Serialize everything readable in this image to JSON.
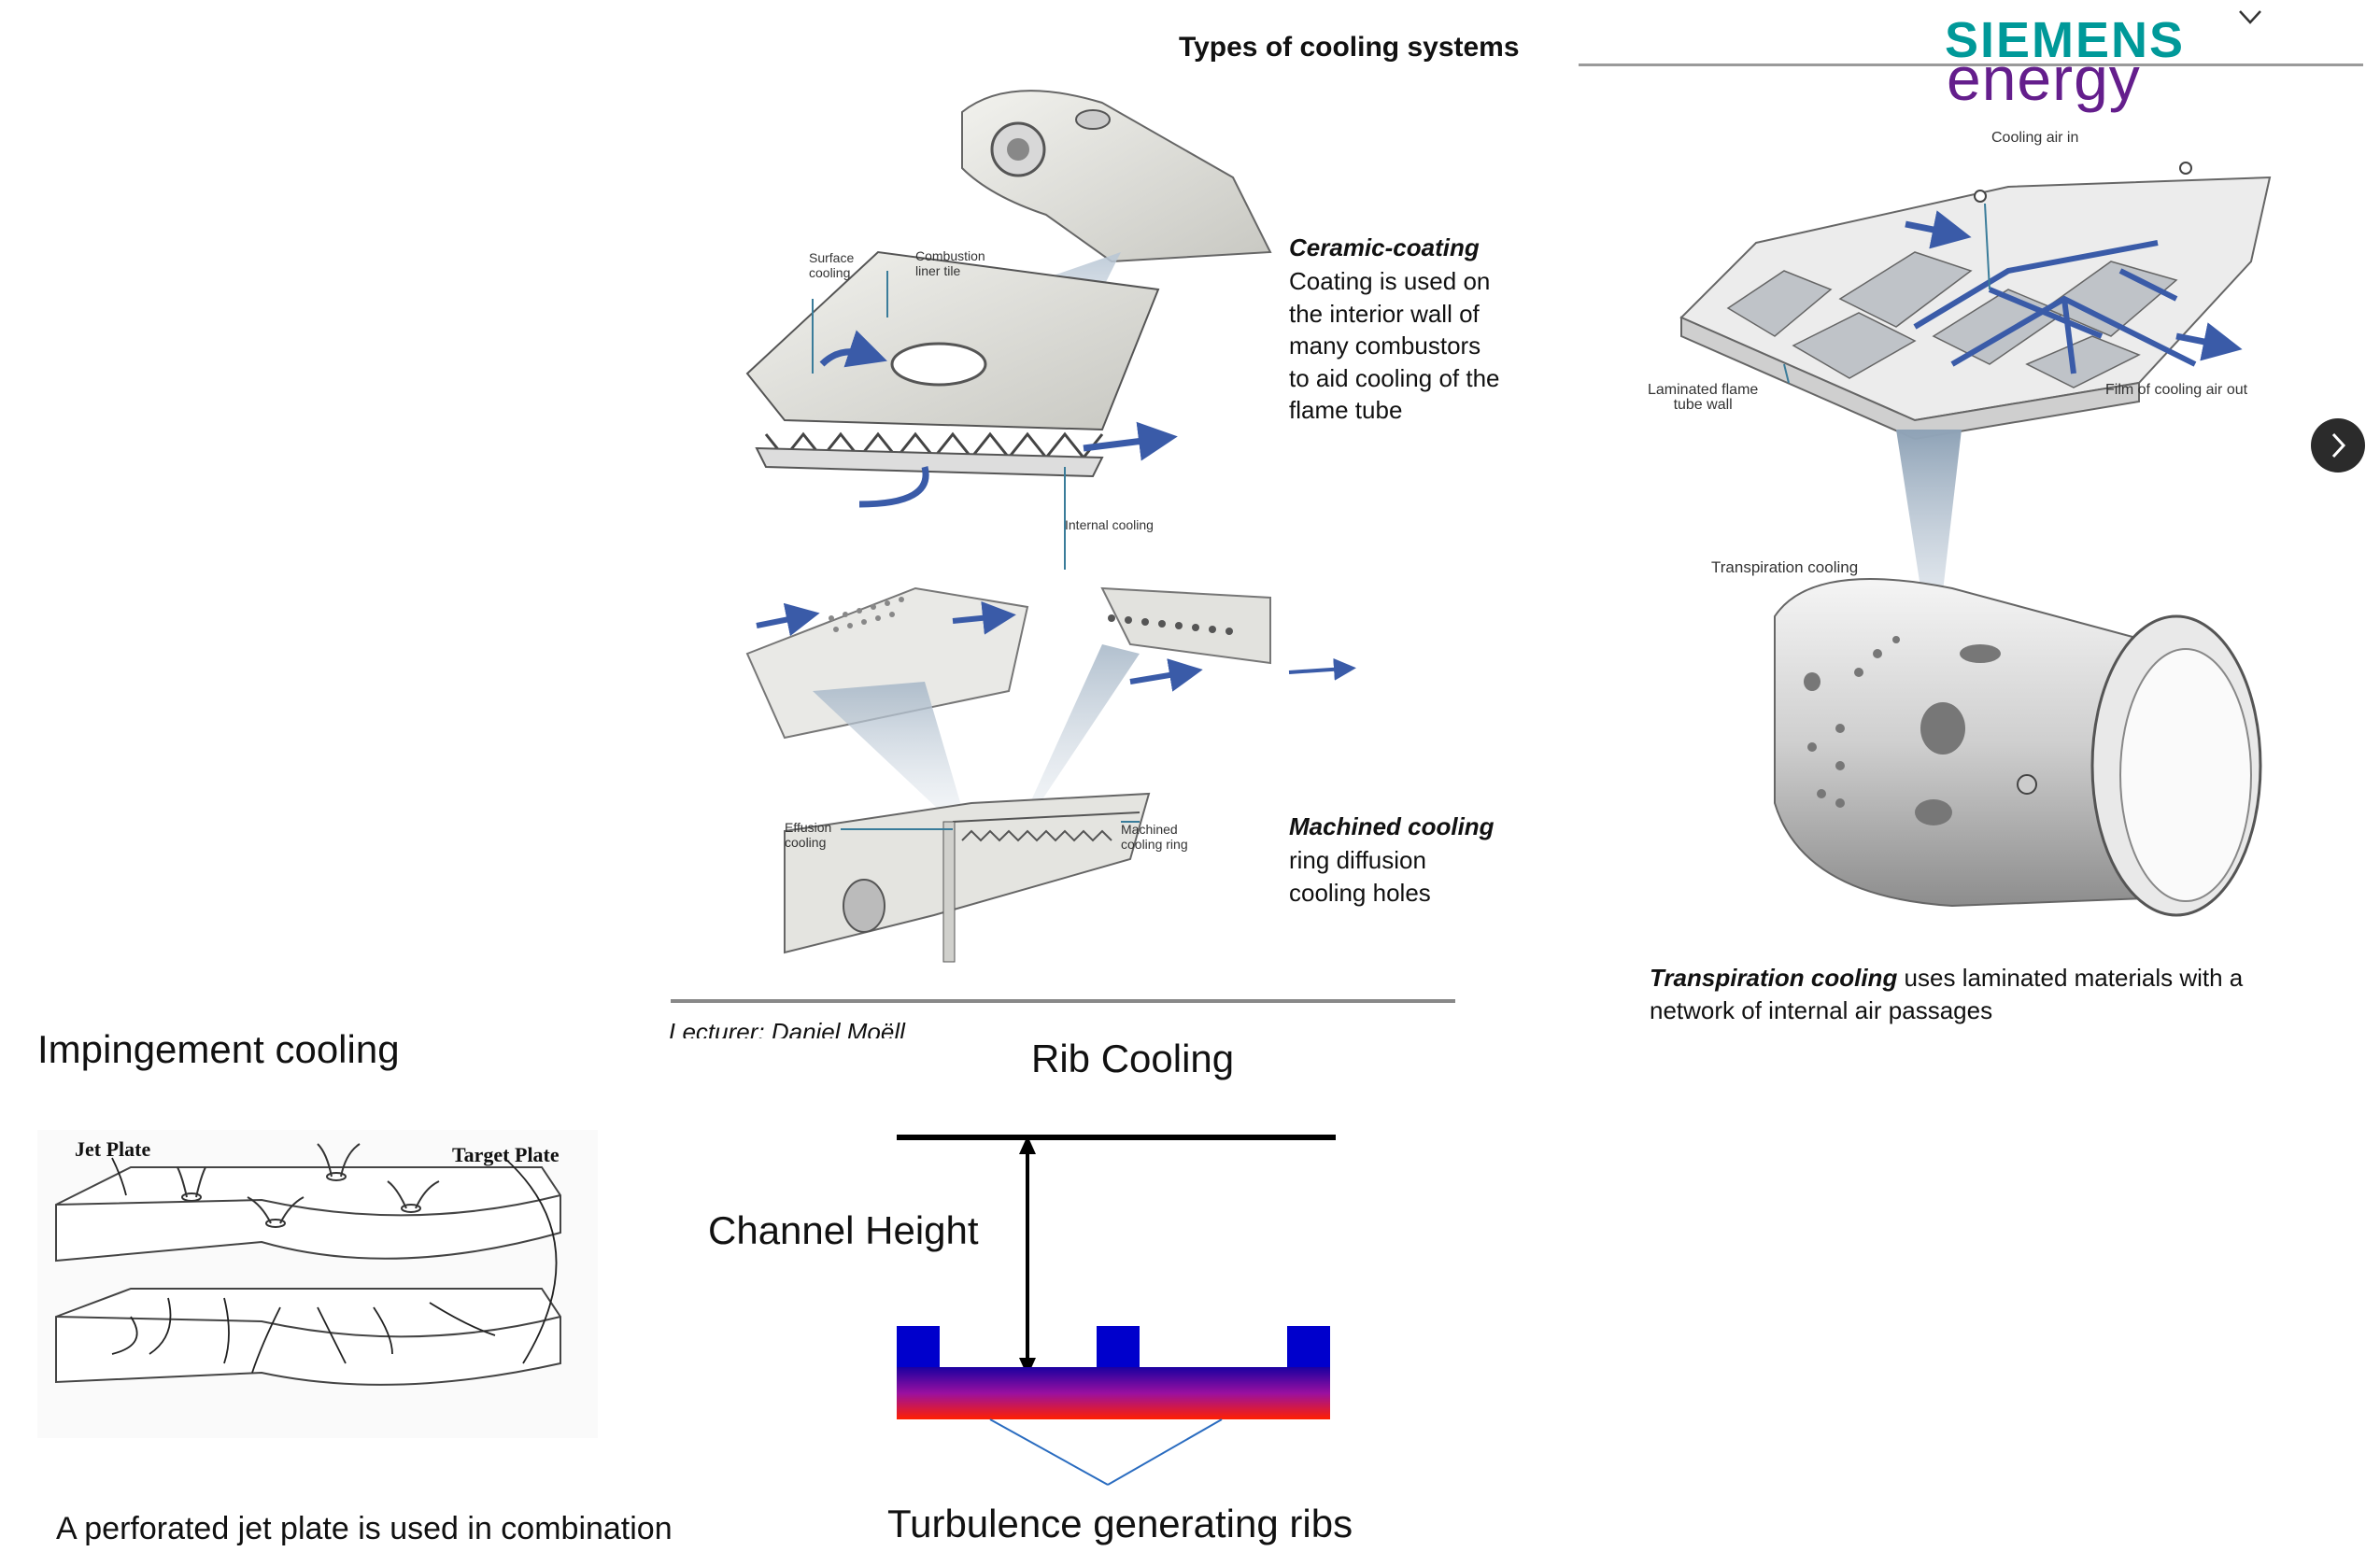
{
  "slide": {
    "title": "Types of cooling systems",
    "lecturer": "Lecturer:  Daniel Moëll",
    "brand": {
      "line1": "SIEMENS",
      "line2": "energy",
      "color_top": "#009999",
      "color_bottom": "#641e8c"
    }
  },
  "ceramic": {
    "heading": "Ceramic-coating",
    "lines": [
      "Coating is used on",
      "the interior wall of",
      "many combustors",
      "to aid cooling of the",
      "flame tube"
    ],
    "labels": {
      "surface": "Surface\ncooling",
      "liner": "Combustion\nliner tile",
      "internal": "Internal cooling"
    }
  },
  "machined": {
    "heading": "Machined cooling",
    "lines": [
      "ring diffusion",
      "cooling holes"
    ],
    "labels": {
      "effusion": "Effusion\ncooling",
      "ring": "Machined\ncooling ring"
    }
  },
  "transpiration": {
    "labels": {
      "air_in": "Cooling air in",
      "laminated": "Laminated flame\ntube wall",
      "film": "Film of cooling air out",
      "title": "Transpiration cooling"
    },
    "caption_bold": "Transpiration cooling",
    "caption_rest": " uses laminated materials with a",
    "caption_line2": "network of internal air passages"
  },
  "impingement": {
    "heading": "Impingement cooling",
    "jet_plate": "Jet Plate",
    "target_plate": "Target Plate",
    "caption": "A perforated jet plate is used in combination"
  },
  "rib": {
    "heading": "Rib Cooling",
    "channel": "Channel Height",
    "ribs": "Turbulence generating ribs"
  },
  "colors": {
    "arrow_blue": "#3a5ba8",
    "rib_top": "#0000cc",
    "rib_bottom": "#ff2000",
    "nav_bg": "#2b2b2b"
  },
  "icons": {
    "next": "chevron-right-icon",
    "collapse": "chevron-down-icon"
  }
}
